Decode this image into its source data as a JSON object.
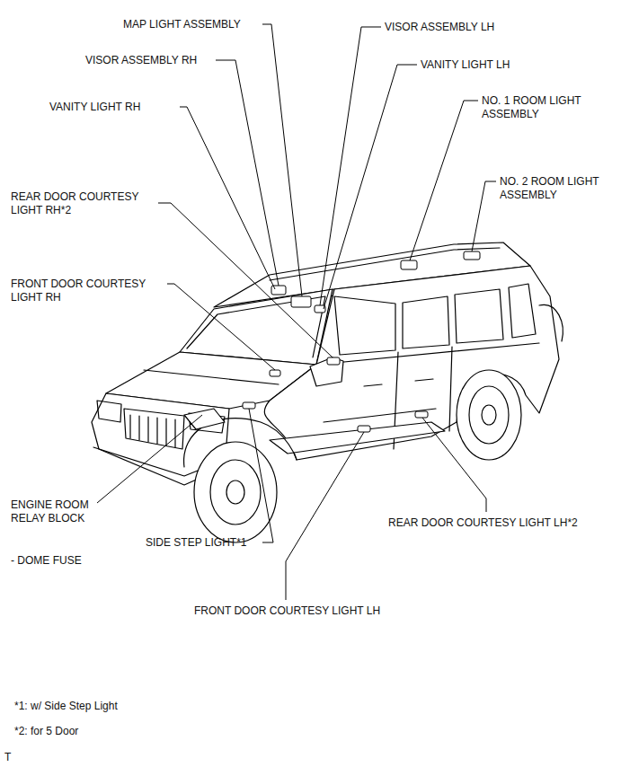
{
  "diagram": {
    "labels": [
      "MAP LIGHT ASSEMBLY",
      "VISOR ASSEMBLY LH",
      "VISOR ASSEMBLY RH",
      "VANITY LIGHT LH",
      "NO. 1 ROOM LIGHT ASSEMBLY",
      "VANITY LIGHT RH",
      "NO. 2 ROOM LIGHT ASSEMBLY",
      "REAR DOOR COURTESY LIGHT RH*2",
      "FRONT DOOR COURTESY LIGHT RH",
      "ENGINE ROOM RELAY BLOCK",
      "REAR DOOR COURTESY LIGHT LH*2",
      "SIDE STEP LIGHT*1",
      "- DOME FUSE",
      "FRONT DOOR COURTESY LIGHT LH",
      "*1: w/ Side Step Light",
      "*2: for 5 Door",
      "T"
    ]
  }
}
